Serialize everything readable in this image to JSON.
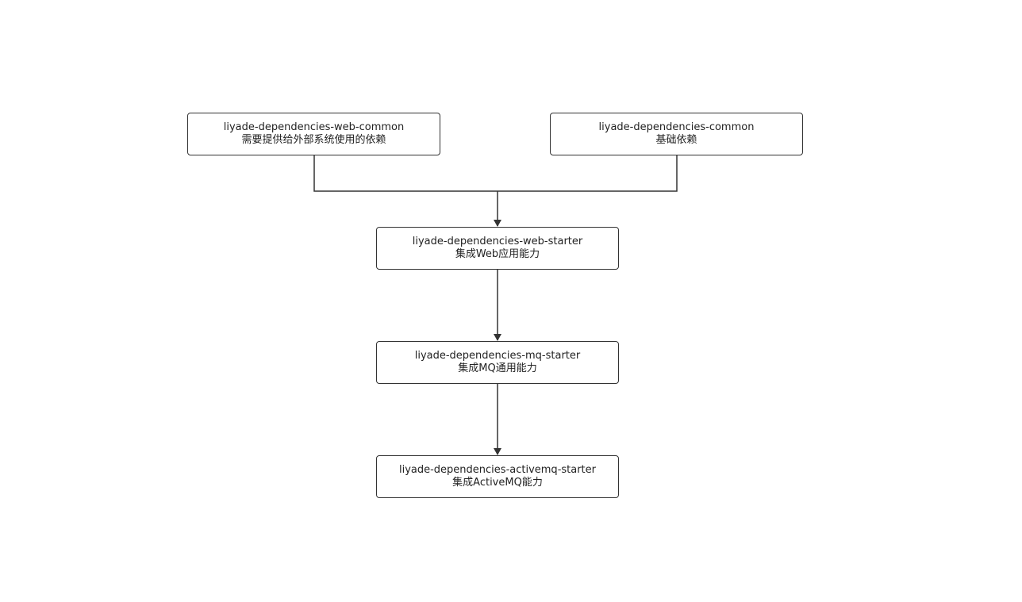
{
  "nodes": {
    "web_common": {
      "title": "liyade-dependencies-web-common",
      "desc": "需要提供给外部系统使用的依赖"
    },
    "common": {
      "title": "liyade-dependencies-common",
      "desc": "基础依赖"
    },
    "web_starter": {
      "title": "liyade-dependencies-web-starter",
      "desc": "集成Web应用能力"
    },
    "mq_starter": {
      "title": "liyade-dependencies-mq-starter",
      "desc": "集成MQ通用能力"
    },
    "activemq_starter": {
      "title": "liyade-dependencies-activemq-starter",
      "desc": "集成ActiveMQ能力"
    }
  },
  "edges": [
    {
      "from": "web_common",
      "to": "web_starter"
    },
    {
      "from": "common",
      "to": "web_starter"
    },
    {
      "from": "web_starter",
      "to": "mq_starter"
    },
    {
      "from": "mq_starter",
      "to": "activemq_starter"
    }
  ],
  "colors": {
    "stroke": "#333333",
    "text": "#222222",
    "background": "#ffffff"
  }
}
